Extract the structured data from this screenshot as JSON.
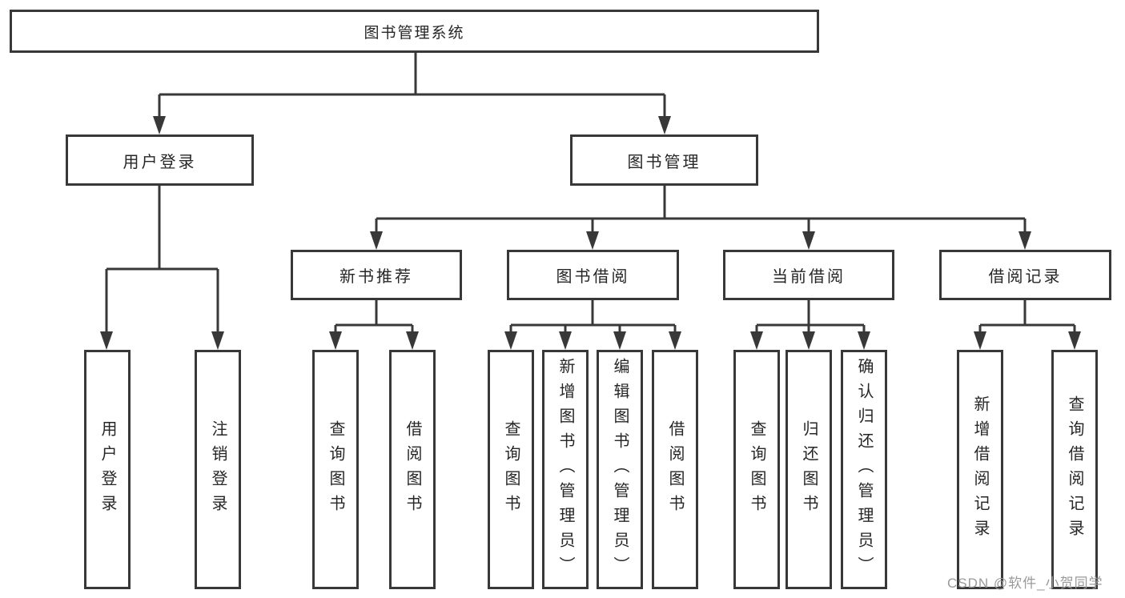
{
  "tree": {
    "root": "图书管理系统",
    "level2": [
      {
        "label": "用户登录",
        "leaves": [
          "用户登录",
          "注销登录"
        ]
      },
      {
        "label": "图书管理",
        "sections": [
          {
            "label": "新书推荐",
            "leaves": [
              "查询图书",
              "借阅图书"
            ]
          },
          {
            "label": "图书借阅",
            "leaves": [
              "查询图书",
              "新增图书（管理员）",
              "编辑图书（管理员）",
              "借阅图书"
            ]
          },
          {
            "label": "当前借阅",
            "leaves": [
              "查询图书",
              "归还图书",
              "确认归还（管理员）"
            ]
          },
          {
            "label": "借阅记录",
            "leaves": [
              "新增借阅记录",
              "查询借阅记录"
            ]
          }
        ]
      }
    ]
  },
  "watermark": "CSDN @软件_小贺同学",
  "colors": {
    "line": "#383838",
    "text": "#262626",
    "background": "#ffffff",
    "watermark": "#9a9a9a"
  }
}
